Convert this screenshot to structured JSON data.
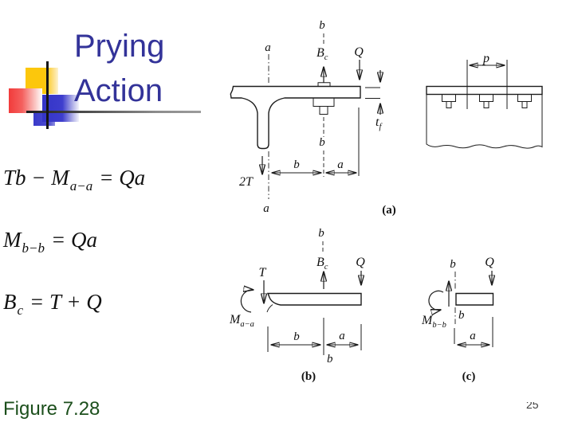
{
  "slide": {
    "title_line1": "Prying",
    "title_line2": "Action",
    "figure_caption": "Figure 7.28",
    "page_number": "25"
  },
  "equations": {
    "eq1": {
      "lhs": "Tb − M",
      "sub": "a−a",
      "rhs": "= Qa"
    },
    "eq2": {
      "lhs": "M",
      "sub": "b−b",
      "rhs": "= Qa"
    },
    "eq3": {
      "lhs": "B",
      "sub": "c",
      "rhs": "= T + Q"
    }
  },
  "diagram": {
    "labels": {
      "a": "a",
      "b": "b",
      "q": "Q",
      "t": "T",
      "two_t": "2T",
      "p": "p",
      "bc_main": "B",
      "bc_sub": "c",
      "tf_main": "t",
      "tf_sub": "f",
      "m_main": "M",
      "m_aa_sub": "a−a",
      "m_bb_sub": "b−b"
    },
    "captions": {
      "a": "(a)",
      "b": "(b)",
      "c": "(c)"
    }
  },
  "colors": {
    "title": "#333399",
    "figure_caption": "#1c4f1c",
    "accent_yellow": "#fcc70c",
    "accent_red": "#f23b3b",
    "accent_blue": "#3434c8",
    "diagram_line": "#1c1c1c"
  }
}
